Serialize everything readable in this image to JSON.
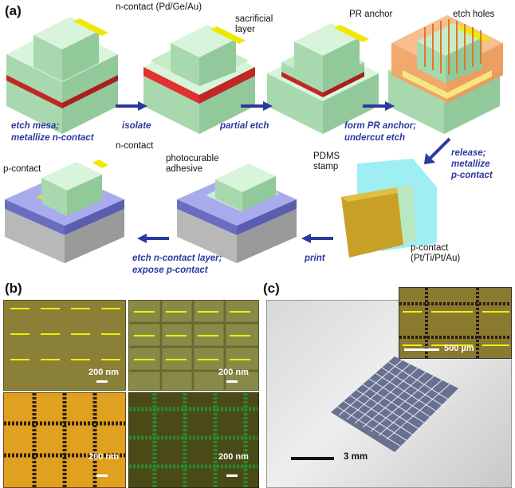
{
  "panels": {
    "a": "(a)",
    "b": "(b)",
    "c": "(c)"
  },
  "labels": {
    "n_contact_top": "n-contact (Pd/Ge/Au)",
    "sacrificial_1": "sacrificial",
    "sacrificial_2": "layer",
    "pr_anchor": "PR anchor",
    "etch_holes": "etch holes",
    "pdms_1": "PDMS",
    "pdms_2": "stamp",
    "n_contact": "n-contact",
    "p_contact": "p-contact",
    "photocurable_1": "photocurable",
    "photocurable_2": "adhesive",
    "p_contact_metal_1": "p-contact",
    "p_contact_metal_2": "(Pt/Ti/Pt/Au)"
  },
  "steps": {
    "s1_line1": "etch mesa;",
    "s1_line2": "metallize n-contact",
    "s2": "isolate",
    "s3": "partial etch",
    "s4_line1": "form PR anchor;",
    "s4_line2": "undercut etch",
    "s5_line1": "release;",
    "s5_line2": "metallize",
    "s5_line3": "p-contact",
    "s6": "print",
    "s7_line1": "etch n-contact layer;",
    "s7_line2": "expose p-contact"
  },
  "scale_bars": {
    "b1": "200 nm",
    "b2": "200 nm",
    "b3": "200 nm",
    "b4": "200 nm",
    "c_inset": "500 µm",
    "c_main": "3 mm"
  },
  "colors": {
    "mesa_green": "#bfe8c4",
    "contact_yellow": "#e8e000",
    "sacrificial_red": "#e03030",
    "pr_orange": "#f5b37e",
    "pdms_cyan": "#7fe8f0",
    "substrate_blue": "#8b8fd6",
    "arrow_blue": "#2b3a9e",
    "micro_olive": "#8a8038",
    "micro_gold": "#e0a020"
  }
}
